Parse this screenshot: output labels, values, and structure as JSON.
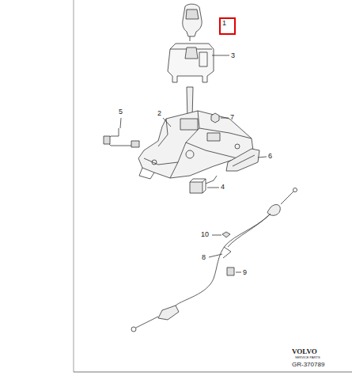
{
  "diagram": {
    "nodes": [
      {
        "text": [
          "1"
        ]
      }
    ],
    "labels": [
      "3",
      "2",
      "5",
      "7",
      "6",
      "4",
      "10",
      "8",
      "9",
      "VOLVO",
      "SERVICE PARTS",
      "GR-370789"
    ]
  }
}
